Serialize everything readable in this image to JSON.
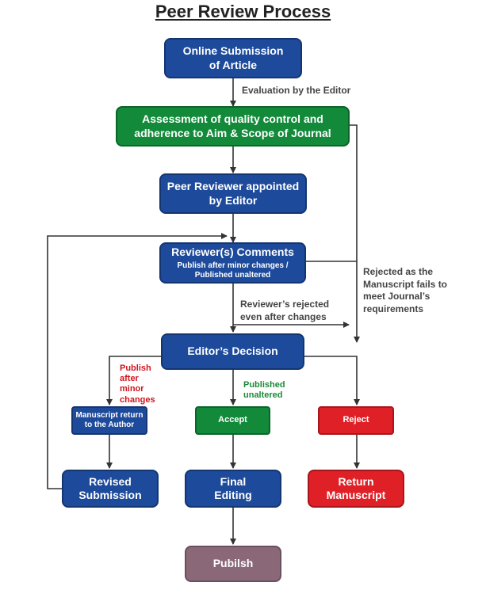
{
  "title": "Peer Review Process",
  "nodes": {
    "submission": "Online Submission\nof Article",
    "assessment": "Assessment of quality control and\nadherence to Aim & Scope of Journal",
    "reviewer_appointed": "Peer Reviewer appointed\nby Editor",
    "reviewer_comments": "Reviewer(s) Comments",
    "reviewer_comments_sub": "Publish after minor changes /\nPublished unaltered",
    "editors_decision": "Editor’s Decision",
    "manuscript_return": "Manuscript return\nto the Author",
    "accept": "Accept",
    "reject": "Reject",
    "revised_submission": "Revised\nSubmission",
    "final_editing": "Final\nEditing",
    "return_manuscript": "Return\nManuscript",
    "publish": "Pubilsh"
  },
  "labels": {
    "evaluation": "Evaluation by the Editor",
    "rejected_after_changes": "Reviewer’s rejected\neven after changes",
    "rejected_requirements": "Rejected as the\nManuscript fails to\nmeet Journal’s\nrequirements",
    "publish_minor": "Publish\nafter\nminor\nchanges",
    "published_unaltered": "Published\nunaltered"
  },
  "colors": {
    "blue": "#1d4a9b",
    "green": "#128a3a",
    "red": "#e02027",
    "purple": "#8a6878",
    "label_red": "#d0151c",
    "label_green": "#1a8a36"
  }
}
